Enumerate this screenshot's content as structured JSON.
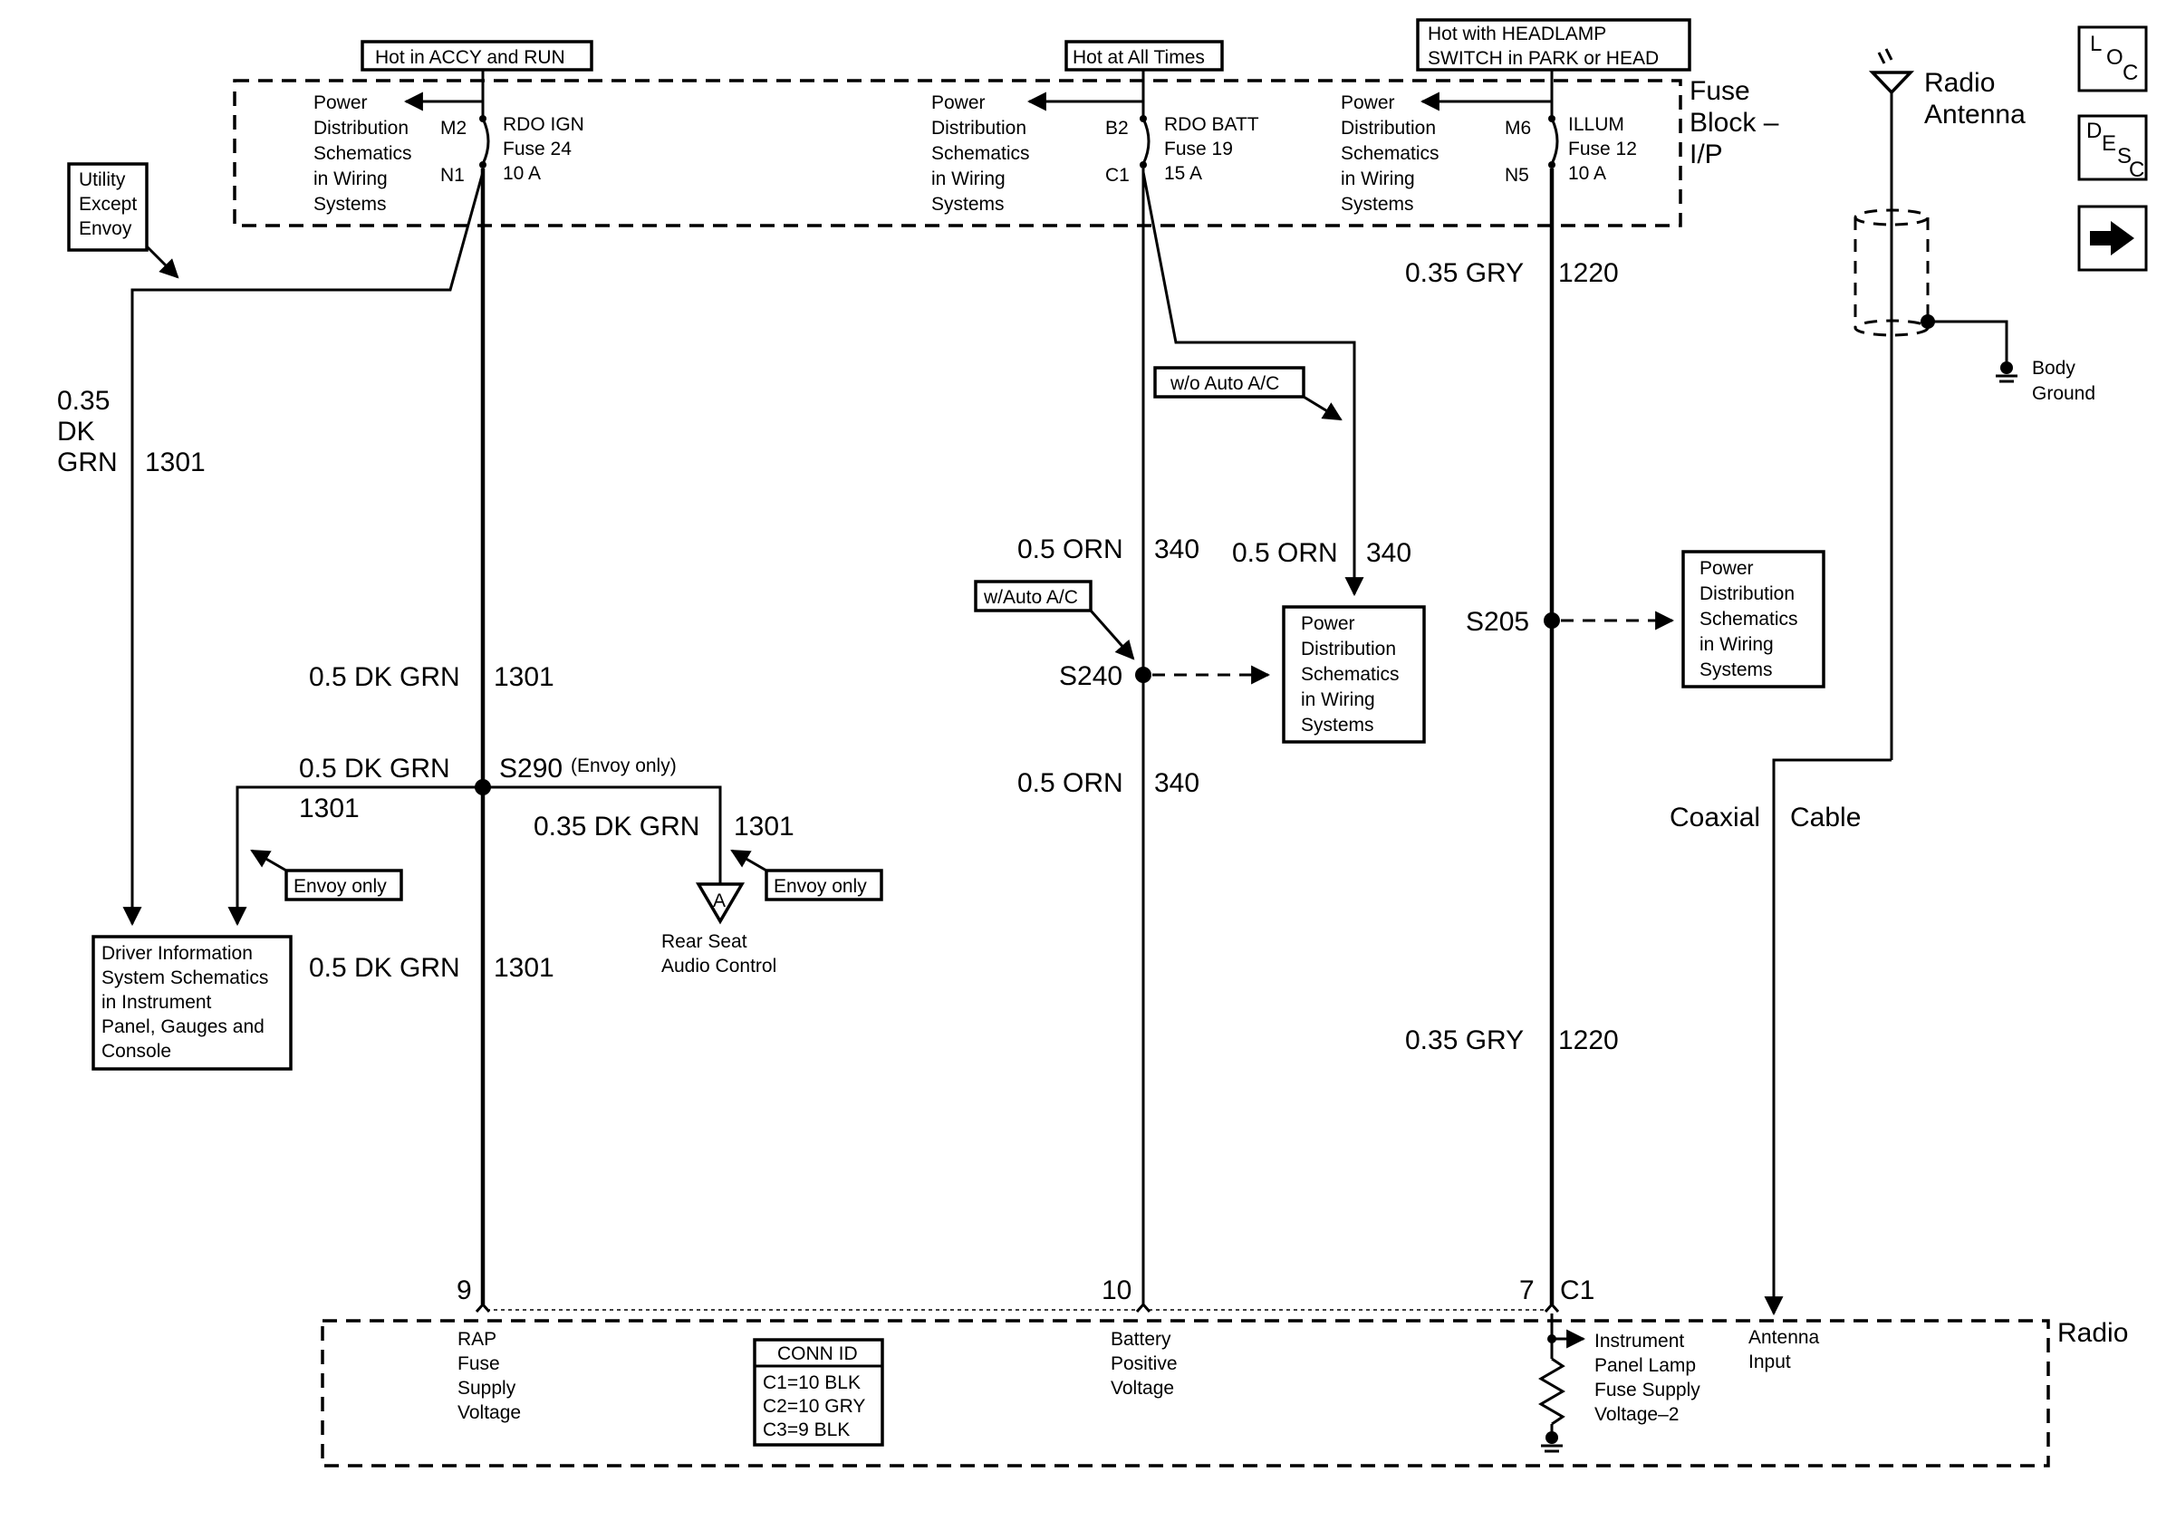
{
  "conditions": {
    "accy_run": "Hot in ACCY and RUN",
    "all_times": "Hot at All Times",
    "headlamp": [
      "Hot with HEADLAMP",
      "SWITCH in PARK or HEAD"
    ]
  },
  "fuse_block": [
    "Fuse",
    "Block –",
    "I/P"
  ],
  "pds": [
    "Power",
    "Distribution",
    "Schematics",
    "in Wiring",
    "Systems"
  ],
  "fuses": {
    "rdo_ign": {
      "pin_top": "M2",
      "pin_bot": "N1",
      "lines": [
        "RDO IGN",
        "Fuse 24",
        "10 A"
      ]
    },
    "rdo_batt": {
      "pin_top": "B2",
      "pin_bot": "C1",
      "lines": [
        "RDO BATT",
        "Fuse 19",
        "15 A"
      ]
    },
    "illum": {
      "pin_top": "M6",
      "pin_bot": "N5",
      "lines": [
        "ILLUM",
        "Fuse 12",
        "10 A"
      ]
    }
  },
  "notes": {
    "utility_except_envoy": [
      "Utility",
      "Except",
      "Envoy"
    ],
    "wo_auto_ac": "w/o Auto A/C",
    "w_auto_ac": "w/Auto A/C",
    "envoy_only": "Envoy only"
  },
  "wires": {
    "dkgrn_035_big": [
      "0.35",
      "DK",
      "GRN",
      "1301"
    ],
    "dkgrn_05": "0.5 DK GRN",
    "dkgrn_035": "0.35 DK GRN",
    "circuit_1301": "1301",
    "orn_05": "0.5 ORN",
    "circuit_340": "340",
    "gry_035": "0.35 GRY",
    "circuit_1220": "1220"
  },
  "splices": {
    "s290": "S290",
    "s290_note": "(Envoy only)",
    "s240": "S240",
    "s205": "S205"
  },
  "components": {
    "driver_info": [
      "Driver Information",
      "System Schematics",
      "in Instrument",
      "Panel, Gauges and",
      "Console"
    ],
    "rear_seat": [
      "Rear Seat",
      "Audio Control"
    ],
    "rear_seat_ref": "A",
    "radio_antenna": [
      "Radio",
      "Antenna"
    ],
    "body_ground": [
      "Body",
      "Ground"
    ],
    "coaxial_cable": [
      "Coaxial",
      "Cable"
    ],
    "radio": "Radio"
  },
  "radio_pins": {
    "p9": "9",
    "p10": "10",
    "p7": "7",
    "c1": "C1",
    "rap": [
      "RAP",
      "Fuse",
      "Supply",
      "Voltage"
    ],
    "batt": [
      "Battery",
      "Positive",
      "Voltage"
    ],
    "lamp": [
      "Instrument",
      "Panel Lamp",
      "Fuse Supply",
      "Voltage–2"
    ],
    "antenna": [
      "Antenna",
      "Input"
    ]
  },
  "conn_id": {
    "title": "CONN ID",
    "rows": [
      "C1=10 BLK",
      "C2=10 GRY",
      "C3=9 BLK"
    ]
  },
  "nav": {
    "loc": [
      "L",
      "O",
      "C"
    ],
    "desc": [
      "D",
      "E",
      "S",
      "C"
    ],
    "next_icon": "arrow-right"
  }
}
